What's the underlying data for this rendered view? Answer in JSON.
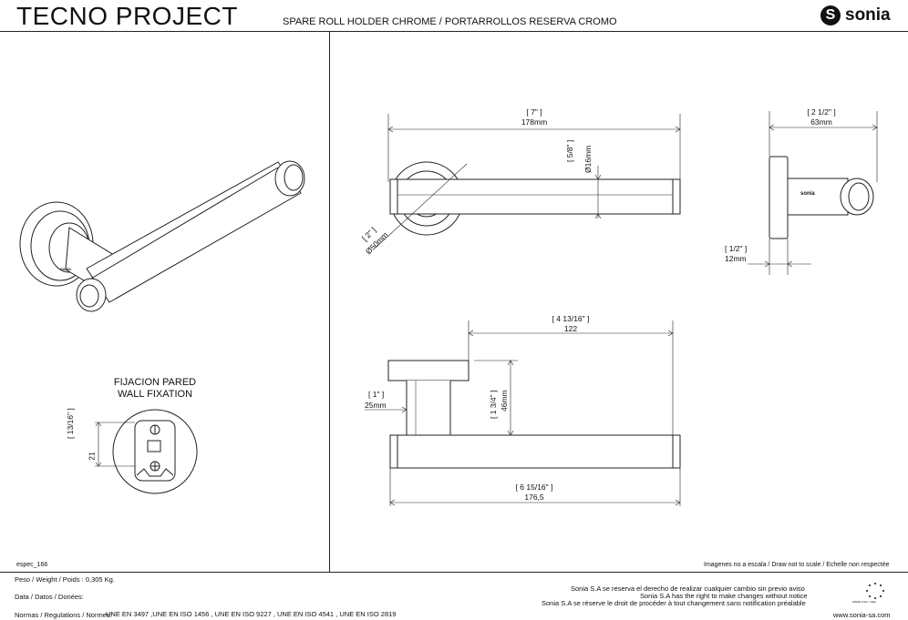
{
  "header": {
    "title": "TECNO PROJECT",
    "subtitle": "SPARE ROLL HOLDER CHROME / PORTARROLLOS RESERVA CROMO",
    "brand": "sonia",
    "brand_icon": "sonia-logo-icon"
  },
  "fixation": {
    "line1": "FIJACION PARED",
    "line2": "WALL FIXATION",
    "dim_in": "[ 13/16\" ]",
    "dim_mm": "21"
  },
  "dims": {
    "top_width_in": "[ 7\" ]",
    "top_width_mm": "178mm",
    "dia16_in": "[ 5/8\" ]",
    "dia16_mm": "Ø16mm",
    "dia50_in": "[ 2\" ]",
    "dia50_mm": "Ø50mm",
    "side_width_in": "[ 2 1/2\" ]",
    "side_width_mm": "63mm",
    "side_depth_in": "[ 1/2\" ]",
    "side_depth_mm": "12mm",
    "bot_width_in": "[ 4 13/16\" ]",
    "bot_width_mm": "122",
    "neck_in": "[ 1\" ]",
    "neck_mm": "25mm",
    "height_in": "[ 1 3/4\" ]",
    "height_mm": "46mm",
    "bot_total_in": "[ 6 15/16\" ]",
    "bot_total_mm": "176,5",
    "side_brand": "sonia"
  },
  "footer": {
    "code": "espec_166",
    "scale_note": "Imagenes no a escala / Draw not to scale / Echelle non respectée",
    "weight": "Peso / Weight / Poids : 0,305 Kg.",
    "data_label": "Data / Datos / Donées:",
    "norms_label": "Normas / Regulations / Normes:",
    "norms_values": "UNE EN 3497 ,UNE EN ISO 1456 , UNE EN ISO 9227 , UNE EN ISO 4541 , UNE EN ISO 2819",
    "rights_es": "Sonia S.A se reserva el derecho de realizar cualquier cambio sin previo aviso",
    "rights_en": "Sonia S.A has the right to make changes without notice",
    "rights_fr": "Sonia S.A se réserve le droit de procéder à tout changement sans notification préalable",
    "website": "www.sonia-sa.com",
    "eu_caption": "MADE IN EU ·CEE·"
  }
}
